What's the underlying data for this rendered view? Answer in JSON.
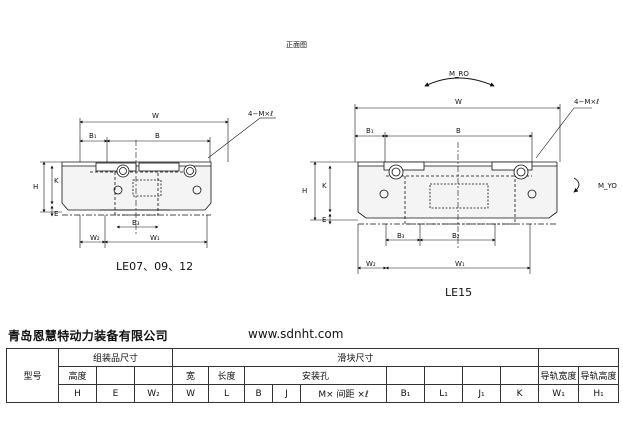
{
  "front_view_label": "正面图",
  "left_dims": {
    "W": "W",
    "B1": "B₁",
    "B": "B",
    "H": "H",
    "K": "K",
    "E": "E",
    "B3": "B₃",
    "W2": "W₂",
    "W1": "W₁",
    "holes": "4−M×ℓ"
  },
  "right_dims": {
    "W": "W",
    "B1": "B₁",
    "B": "B",
    "H": "H",
    "K": "K",
    "E": "E",
    "B3": "B₃",
    "B2": "B₂",
    "W2": "W₂",
    "W1": "W₁",
    "holes": "4−M×ℓ",
    "MRO": "M_RO",
    "MYO": "M_YO"
  },
  "captions": {
    "left": "LE07、09、12",
    "right": "LE15"
  },
  "footer": {
    "company": "青岛恩慧特动力装备有限公司",
    "website": "www.sdnht.com"
  },
  "table": {
    "model": "型号",
    "assembly": "组装品尺寸",
    "slider": "滑块尺寸",
    "height": "高度",
    "width": "宽",
    "length": "长度",
    "mounting": "安装孔",
    "rail_width": "导轨宽度",
    "rail_height": "导轨高度",
    "sym_H": "H",
    "sym_E": "E",
    "sym_W2": "W₂",
    "sym_W": "W",
    "sym_L": "L",
    "sym_B": "B",
    "sym_J": "J",
    "sym_M": "M× 间距 ×ℓ",
    "sym_B1": "B₁",
    "sym_L1": "L₁",
    "sym_J1": "J₁",
    "sym_K": "K",
    "sym_W1": "W₁",
    "sym_H1": "H₁"
  }
}
